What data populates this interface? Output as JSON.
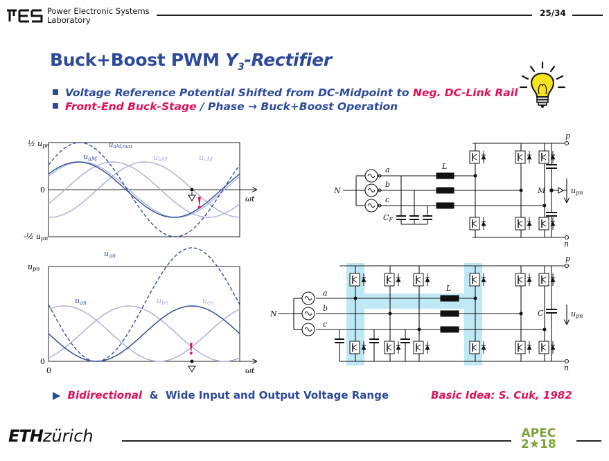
{
  "header": {
    "logo_text": "PES",
    "lab_line1": "Power Electronic Systems",
    "lab_line2": "Laboratory",
    "page_number": "25/34"
  },
  "title": {
    "main": "Buck+Boost PWM ",
    "y": "Y",
    "y_sub": "3",
    "rest": "-Rectifier"
  },
  "bullets": [
    {
      "blue": "Voltage Reference Potential Shifted from DC-Midpoint to ",
      "mag": "Neg. DC-Link Rail"
    },
    {
      "mag": "Front-End Buck-Stage",
      "blue": " / Phase →  Buck+Boost Operation"
    }
  ],
  "plot_top": {
    "y_top": "½ u",
    "y_top_sub": "pn",
    "y_zero": "0",
    "y_bot": "-½ u",
    "y_bot_sub": "pn",
    "x_label": "ωt",
    "labels": {
      "aM": "u",
      "aM_sub": "aM",
      "aMmax": "u",
      "aMmax_sub": "aM,max",
      "bM": "u",
      "bM_sub": "bM",
      "cM": "u",
      "cM_sub": "cM"
    },
    "exclaim": "!"
  },
  "plot_bottom": {
    "y_top": "u",
    "y_top_sub": "pn",
    "y_zero": "0",
    "x_zero": "0",
    "x_label": "ωt",
    "labels": {
      "an_dash": "u",
      "an_dash_sub": "an",
      "an": "u",
      "an_sub": "an",
      "bn": "u",
      "bn_sub": "bn",
      "cn": "u",
      "cn_sub": "cn"
    },
    "exclaim": "!"
  },
  "circuit_top": {
    "p": "p",
    "n": "n",
    "N": "N",
    "M": "M",
    "L": "L",
    "CF": "C",
    "CF_sub": "F",
    "a": "a",
    "b": "b",
    "c": "c",
    "u": "u",
    "u_sub": "pn"
  },
  "circuit_bottom": {
    "p": "p",
    "n": "n",
    "N": "N",
    "L": "L",
    "C": "C",
    "a": "a",
    "b": "b",
    "c": "c",
    "u": "u",
    "u_sub": "pn"
  },
  "footer": {
    "arrow": "▶",
    "bidir": "Bidirectional",
    "amp": "  &  ",
    "range": "Wide Input and Output Voltage Range",
    "basic": "Basic Idea:  S. Cuk, 1982",
    "eth_bold": "ETH",
    "eth_rest": "zürich",
    "apec_line1": "APEC",
    "apec_line2": "2★18"
  },
  "colors": {
    "blue": "#2d4a9a",
    "magenta": "#e0105a",
    "wave_dark": "#2d4a9a",
    "wave_light": "#a8aed6",
    "highlight": "#bfe8f5"
  }
}
